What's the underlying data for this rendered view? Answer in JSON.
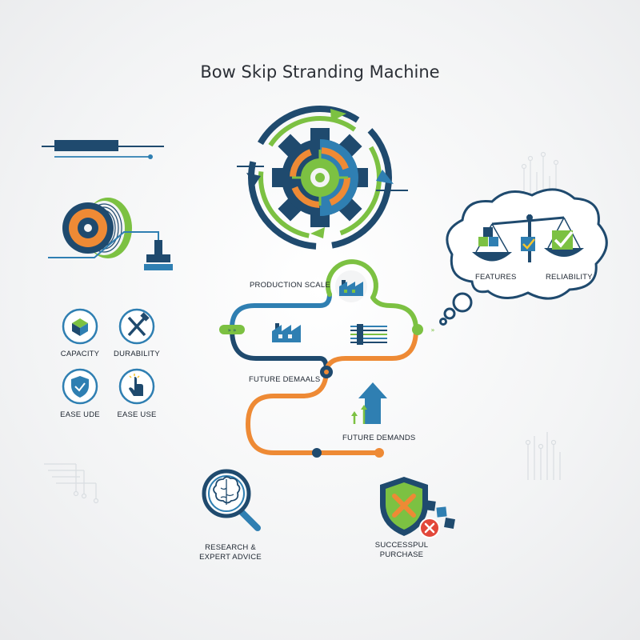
{
  "title": "Bow Skip Stranding Machine",
  "colors": {
    "navy": "#1f4a6e",
    "blue": "#2f7fb2",
    "green": "#7cc142",
    "orange": "#ee8a35",
    "red": "#e2473a",
    "text": "#1d2530"
  },
  "labels": {
    "production_scale": "PRODUCTION SCALE",
    "future_demands_top": "FUTURE DEMAALS",
    "future_demands": "FUTURE DEMANDS",
    "features": "FEATURES",
    "reliability": "RELIABILITY",
    "capacity": "CAPACITY",
    "durability": "DURABILITY",
    "ease_use_left": "EASE UDE",
    "ease_use_right": "EASE USE",
    "research_line1": "RESEARCH &",
    "research_line2": "EXPERT ADVICE",
    "purchase_line1": "SUCCESSPUL",
    "purchase_line2": "PURCHASE"
  },
  "icons": [
    "gear-cycle-icon",
    "cable-spool-icon",
    "wire-bar-icon",
    "factory-icon",
    "cable-strands-icon",
    "balance-scale-icon",
    "checkmark-icon",
    "boxes-icon",
    "hammer-wrench-icon",
    "shield-check-icon",
    "hand-touch-icon",
    "growth-arrow-icon",
    "brain-magnifier-icon",
    "shield-x-icon",
    "x-badge-icon",
    "thought-bubble-icon"
  ]
}
